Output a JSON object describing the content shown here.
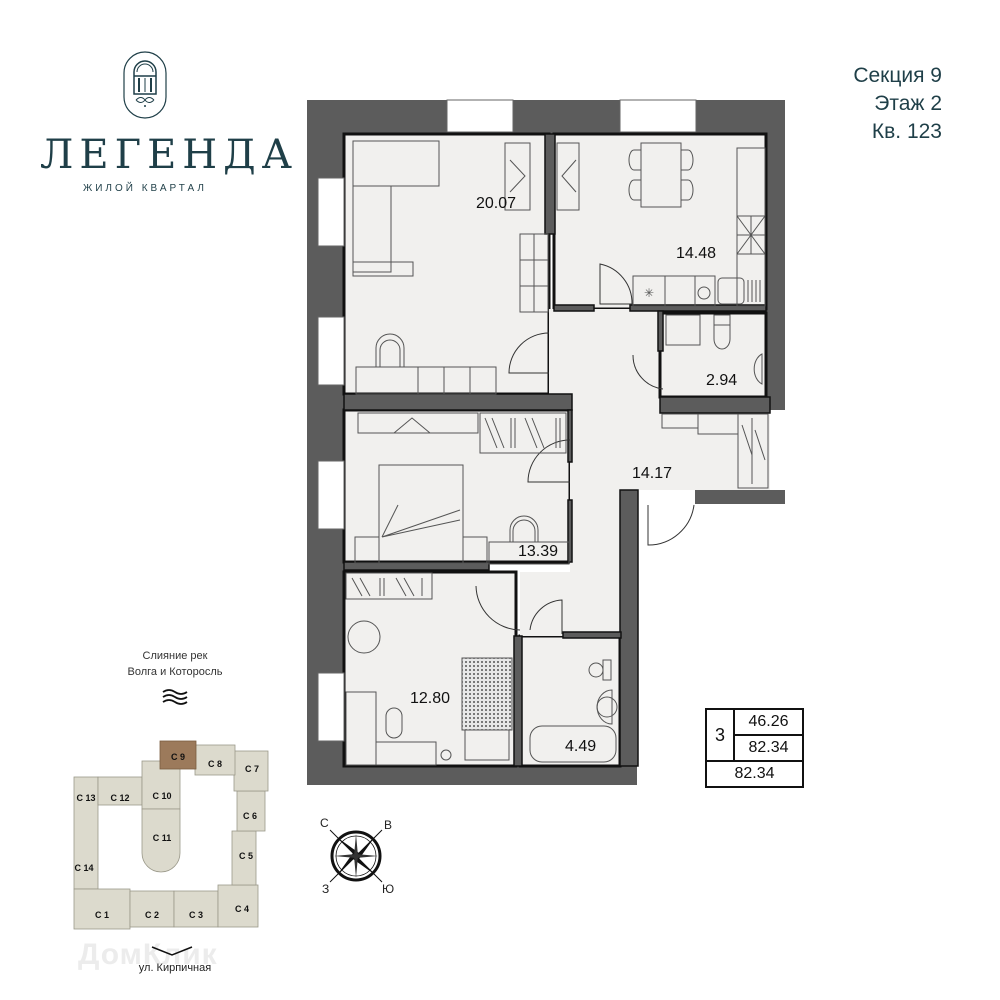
{
  "brand": {
    "name": "ЛЕГЕНДА",
    "subtitle": "ЖИЛОЙ КВАРТАЛ",
    "color": "#1f3f48"
  },
  "apartment_info": {
    "section": "Секция 9",
    "floor": "Этаж 2",
    "apartment": "Кв. 123"
  },
  "rooms": [
    {
      "id": "living-room",
      "area": "20.07"
    },
    {
      "id": "kitchen",
      "area": "14.48"
    },
    {
      "id": "toilet",
      "area": "2.94"
    },
    {
      "id": "hallway",
      "area": "14.17"
    },
    {
      "id": "bedroom",
      "area": "13.39"
    },
    {
      "id": "kids-room",
      "area": "12.80"
    },
    {
      "id": "bathroom",
      "area": "4.49"
    }
  ],
  "summary": {
    "room_count": "3",
    "living_area": "46.26",
    "total_area": "82.34",
    "total_area_with_balcony": "82.34"
  },
  "landmark": {
    "line1": "Слияние рек",
    "line2": "Волга и Которосль",
    "icon": "waves-icon"
  },
  "compass": {
    "north": "С",
    "east": "В",
    "west": "З",
    "south": "Ю"
  },
  "site_plan": {
    "highlighted": "С 9",
    "highlight_color": "#9c7a5b",
    "building_color": "#dcdacd",
    "sections": [
      "С 1",
      "С 2",
      "С 3",
      "С 4",
      "С 5",
      "С 6",
      "С 7",
      "С 8",
      "С 9",
      "С 10",
      "С 11",
      "С 12",
      "С 13",
      "С 14"
    ]
  },
  "street": "ул. Кирпичная",
  "watermark": "ДомКлик",
  "colors": {
    "wall": "#5a5a5a",
    "floor": "#f1f0ee",
    "line": "#111111"
  }
}
